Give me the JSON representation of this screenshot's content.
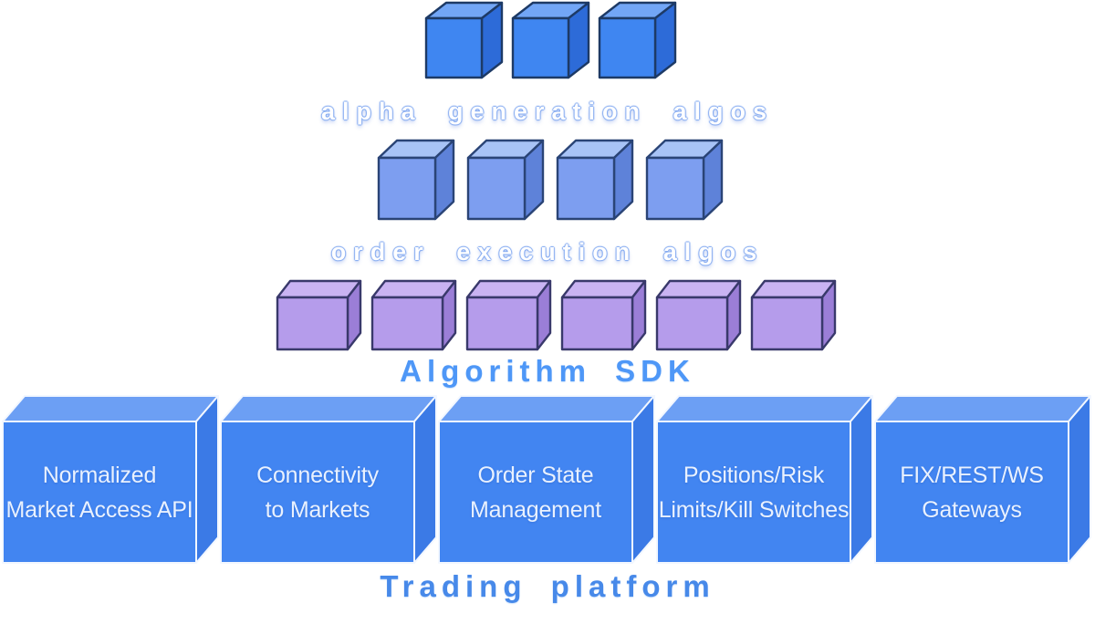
{
  "background": "#ffffff",
  "rows": {
    "alpha": {
      "label": "alpha generation algos",
      "cube_count": 3,
      "colors": {
        "front": "#3f86f1",
        "top": "#72a6f6",
        "side": "#2d6bd8",
        "outline": "#1d3a66"
      },
      "label_color": "#ffffff"
    },
    "exec": {
      "label": "order execution algos",
      "cube_count": 4,
      "colors": {
        "front": "#7d9ef0",
        "top": "#a8c3f6",
        "side": "#5e82d9",
        "outline": "#2a4476"
      },
      "label_color": "#ffffff"
    },
    "sdk": {
      "label": "Algorithm SDK",
      "cube_count": 6,
      "colors": {
        "front": "#b59ceb",
        "top": "#c9b3f2",
        "side": "#9b7ed7",
        "outline": "#39396b"
      },
      "label_color": "#4e97f7"
    }
  },
  "platform": {
    "label": "Trading platform",
    "label_color": "#4789e9",
    "colors": {
      "front": "#4285f1",
      "top": "#6c9ff4",
      "side": "#3b7ae6",
      "edge": "#f2f7ff"
    },
    "text_color": "#e9f1fe",
    "boxes": [
      {
        "line1": "Normalized",
        "line2": "Market Access API"
      },
      {
        "line1": "Connectivity",
        "line2": "to Markets"
      },
      {
        "line1": "Order State",
        "line2": "Management"
      },
      {
        "line1": "Positions/Risk",
        "line2": "Limits/Kill Switches"
      },
      {
        "line1": "FIX/REST/WS",
        "line2": "Gateways"
      }
    ]
  }
}
